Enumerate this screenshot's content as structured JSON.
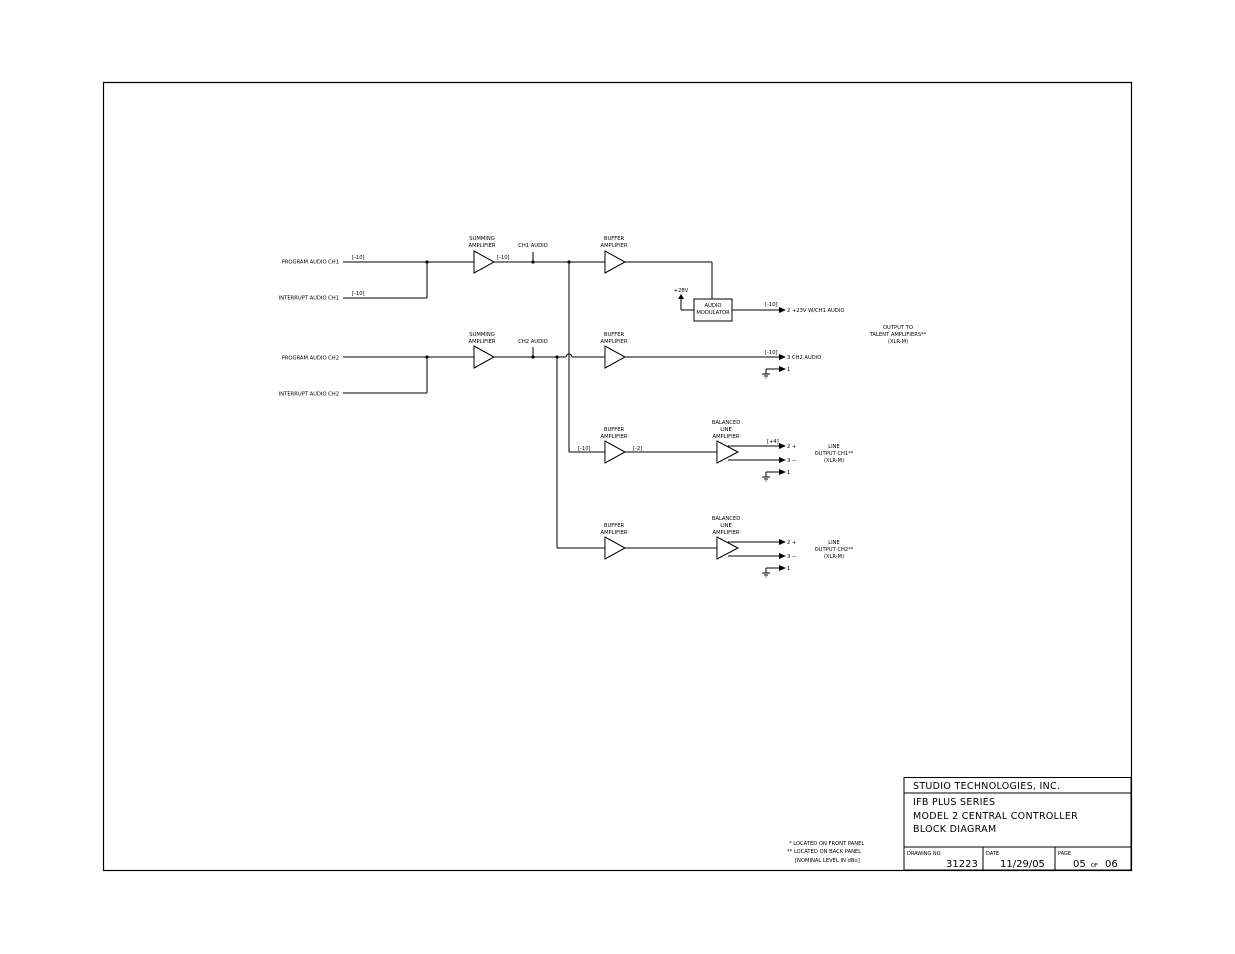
{
  "inputs": {
    "prog_ch1": "PROGRAM AUDIO CH1",
    "int_ch1": "INTERRUPT AUDIO CH1",
    "prog_ch2": "PROGRAM AUDIO CH2",
    "int_ch2": "INTERRUPT AUDIO CH2"
  },
  "levels": {
    "in_prog_ch1": "[-10]",
    "in_int_ch1": "[-10]",
    "sum1_out": "[-10]",
    "mod_out": "[-10]",
    "ch2_out": "[-10]",
    "buf3_in": "[-10]",
    "buf3_out": "[-2]",
    "bal1_out": "[+4]"
  },
  "blocks": {
    "summing_line1": "SUMMING",
    "summing_line2": "AMPLIFIER",
    "buffer_line1": "BUFFER",
    "buffer_line2": "AMPLIFIER",
    "balanced_line1": "BALANCED",
    "balanced_line2": "LINE",
    "balanced_line3": "AMPLIFIER",
    "modulator_line1": "AUDIO",
    "modulator_line2": "MODULATOR",
    "supply": "+28V"
  },
  "nets": {
    "ch1_audio": "CH1 AUDIO",
    "ch2_audio": "CH2 AUDIO"
  },
  "outputs": {
    "talent_pin2": "2 +23V W/CH1 AUDIO",
    "talent_pin3": "3 CH2 AUDIO",
    "pin1": "1",
    "pin2_plus": "2 +",
    "pin3_minus": "3 −",
    "talent_line1": "OUTPUT TO",
    "talent_line2": "TALENT AMPLIFIERS**",
    "talent_line3": "(XLR-M)",
    "line1_line1": "LINE",
    "line1_line2": "OUTPUT CH1**",
    "line1_line3": "(XLR-M)",
    "line2_line1": "LINE",
    "line2_line2": "OUTPUT CH2**",
    "line2_line3": "(XLR-M)"
  },
  "notes": {
    "front": "* LOCATED ON FRONT PANEL",
    "back": "** LOCATED ON BACK PANEL",
    "nominal": "[NOMINAL LEVEL IN dBu]"
  },
  "title_block": {
    "company": "STUDIO TECHNOLOGIES, INC.",
    "series": "IFB PLUS SERIES",
    "model": "MODEL 2 CENTRAL CONTROLLER",
    "title": "BLOCK DIAGRAM",
    "drawing_no_label": "DRAWING NO.",
    "drawing_no": "31223",
    "date_label": "DATE",
    "date": "11/29/05",
    "page_label": "PAGE",
    "page": "05",
    "page_of": "OF",
    "page_total": "06"
  }
}
